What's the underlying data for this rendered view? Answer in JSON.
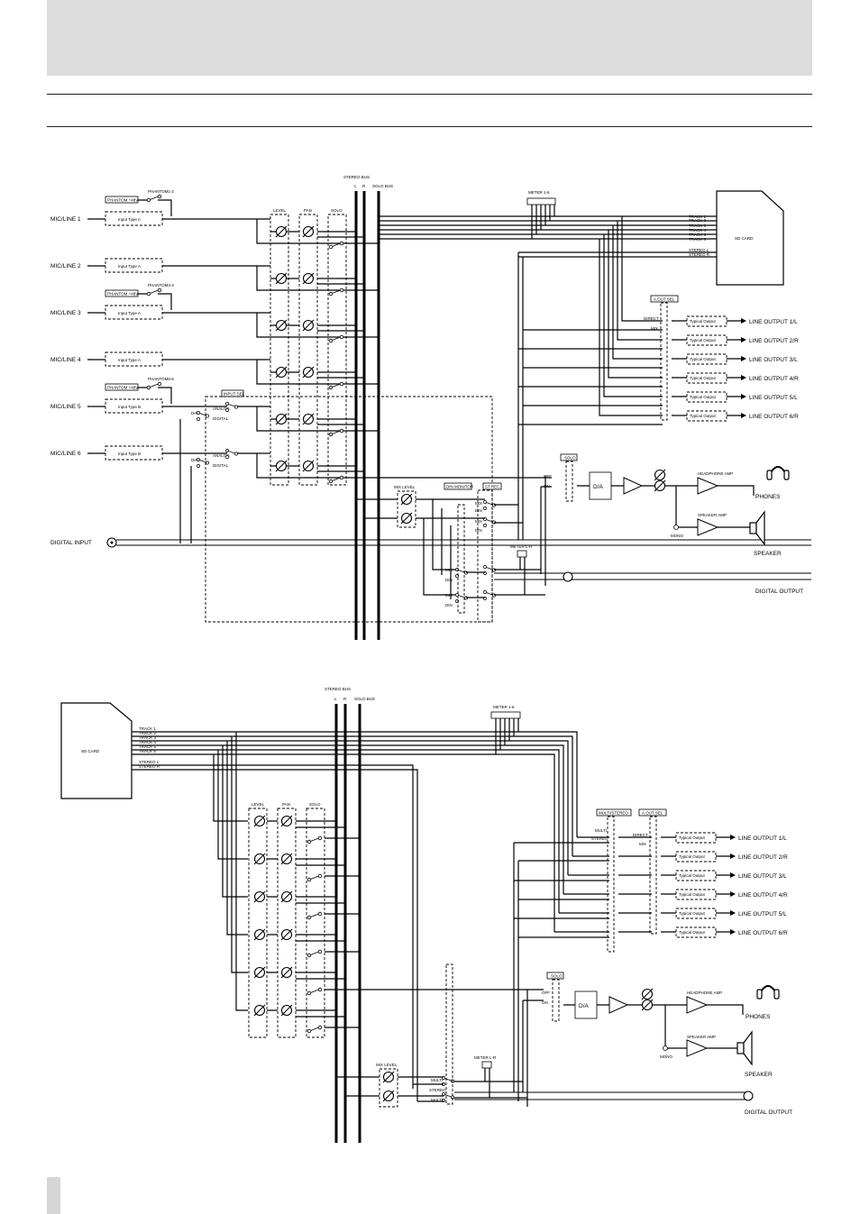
{
  "diagram_top": {
    "stereo_bus": "STEREO BUS",
    "bus_l": "L",
    "bus_r": "R",
    "solo_bus": "SOLO BUS",
    "meter": "METER 1-6",
    "level": "LEVEL",
    "pan": "PAN",
    "solo": "SOLO",
    "inputs": [
      "MIC/LINE 1",
      "MIC/LINE 2",
      "MIC/LINE 3",
      "MIC/LINE 4",
      "MIC/LINE 5",
      "MIC/LINE 6"
    ],
    "input_types": [
      "Input Type A",
      "Input Type A",
      "Input Type A",
      "Input Type A",
      "Input Type B",
      "Input Type B"
    ],
    "phantom_boxes": [
      "PHANTOM +48V",
      "PHANTOM +48V",
      "PHANTOM +48V"
    ],
    "phantom_labels": [
      "PHANTOM1-2",
      "PHANTOM3-4",
      "PHANTOM5-6"
    ],
    "input_sel": "INPUT SEL",
    "analog": "ANALOG",
    "digital": "DIGITAL",
    "digital_input": "DIGITAL INPUT",
    "sd_card": "SD CARD",
    "tracks": [
      "TRACK 1",
      "TRACK 2",
      "TRACK 3",
      "TRACK 4",
      "TRACK 5",
      "TRACK 6",
      "STEREO L",
      "STEREO R"
    ],
    "aout_sel": "A.OUT SEL",
    "direct": "DIRECT",
    "mix": "MIX",
    "typical_output": "Typical Output",
    "line_outputs": [
      "LINE OUTPUT 1/L",
      "LINE OUTPUT 2/R",
      "LINE OUTPUT 3/L",
      "LINE OUTPUT 4/R",
      "LINE OUTPUT 5/L",
      "LINE OUTPUT 6/R"
    ],
    "solo_box": "SOLO",
    "da": "D/A",
    "headphone_amp": "HEADPHONE AMP",
    "speaker_amp": "SPEAKER AMP",
    "phones": "PHONES",
    "speaker": "SPEAKER",
    "mono": "MONO",
    "mix_level": "MIX LEVEL",
    "din_monitor": "DIN MONITOR",
    "st_rec": "ST REC",
    "meter_lr": "METER L-R",
    "digital_output": "DIGITAL OUTPUT",
    "off": "OFF",
    "on": "ON",
    "din": "DIN"
  },
  "diagram_bottom": {
    "stereo_bus": "STEREO BUS",
    "bus_l": "L",
    "bus_r": "R",
    "solo_bus": "SOLO BUS",
    "meter": "METER 1-6",
    "sd_card": "SD CARD",
    "tracks": [
      "TRACK 1",
      "TRACK 2",
      "TRACK 3",
      "TRACK 4",
      "TRACK 5",
      "TRACK 6",
      "STEREO L",
      "STEREO R"
    ],
    "level": "LEVEL",
    "pan": "PAN",
    "solo": "SOLO",
    "multi_stereo": "MULTI/STEREO",
    "aout_sel": "A.OUT SEL",
    "multi": "MULTI",
    "stereo": "STEREO",
    "direct": "DIRECT",
    "mix": "MIX",
    "typical_output": "Typical Output",
    "line_outputs": [
      "LINE OUTPUT 1/L",
      "LINE OUTPUT 2/R",
      "LINE OUTPUT 3/L",
      "LINE OUTPUT 4/R",
      "LINE OUTPUT 5/L",
      "LINE OUTPUT 6/R"
    ],
    "solo_box": "SOLO",
    "da": "D/A",
    "headphone_amp": "HEADPHONE AMP",
    "speaker_amp": "SPEAKER AMP",
    "phones": "PHONES",
    "speaker": "SPEAKER",
    "mono": "MONO",
    "mix_level": "MIX LEVEL",
    "meter_lr": "METER L-R",
    "digital_output": "DIGITAL OUTPUT",
    "off": "OFF",
    "on": "ON"
  }
}
